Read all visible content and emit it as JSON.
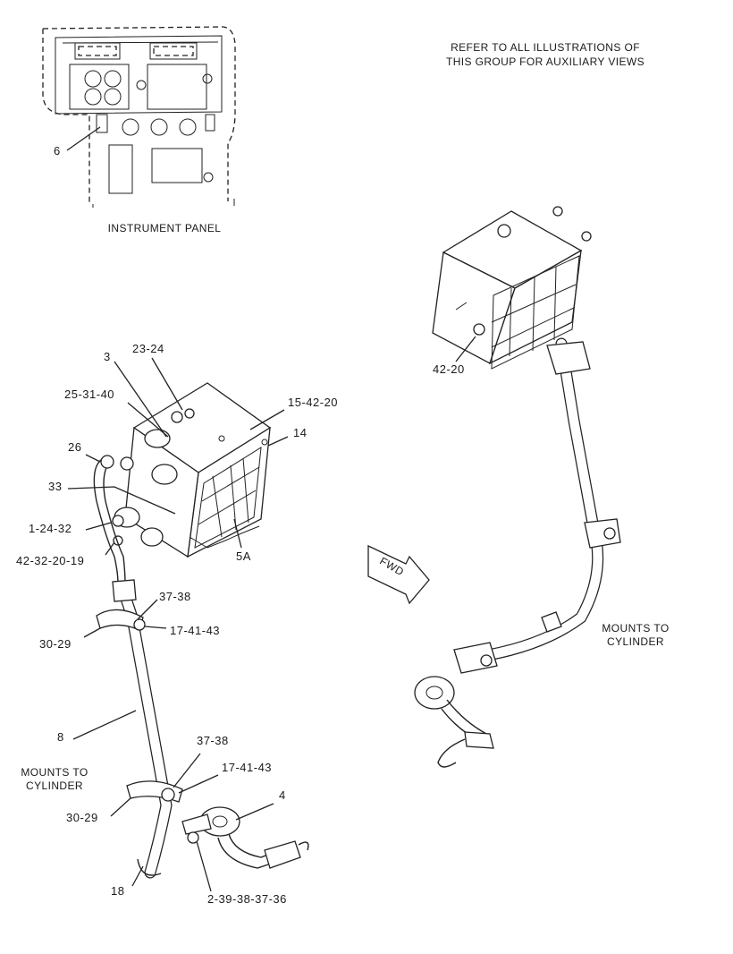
{
  "instrument_panel": {
    "caption": "INSTRUMENT PANEL",
    "callout": "6"
  },
  "note": {
    "line1": "REFER TO ALL ILLUSTRATIONS OF",
    "line2": "THIS GROUP FOR AUXILIARY VIEWS"
  },
  "fwd_label": "FWD",
  "left_view": {
    "callouts": {
      "c3": "3",
      "c23_24": "23-24",
      "c25_31_40": "25-31-40",
      "c15_42_20": "15-42-20",
      "c14": "14",
      "c26": "26",
      "c33": "33",
      "c1_24_32": "1-24-32",
      "c42_32_20_19": "42-32-20-19",
      "c5a": "5A",
      "c37_38_top": "37-38",
      "c17_41_43_top": "17-41-43",
      "c30_29_top": "30-29",
      "c8": "8",
      "c37_38_bottom": "37-38",
      "c17_41_43_bottom": "17-41-43",
      "c4": "4",
      "c30_29_bottom": "30-29",
      "c18": "18",
      "c2_39_38_37_36": "2-39-38-37-36"
    },
    "mounts_line1": "MOUNTS TO",
    "mounts_line2": "CYLINDER"
  },
  "right_view": {
    "callout": "42-20",
    "mounts_line1": "MOUNTS TO",
    "mounts_line2": "CYLINDER"
  }
}
